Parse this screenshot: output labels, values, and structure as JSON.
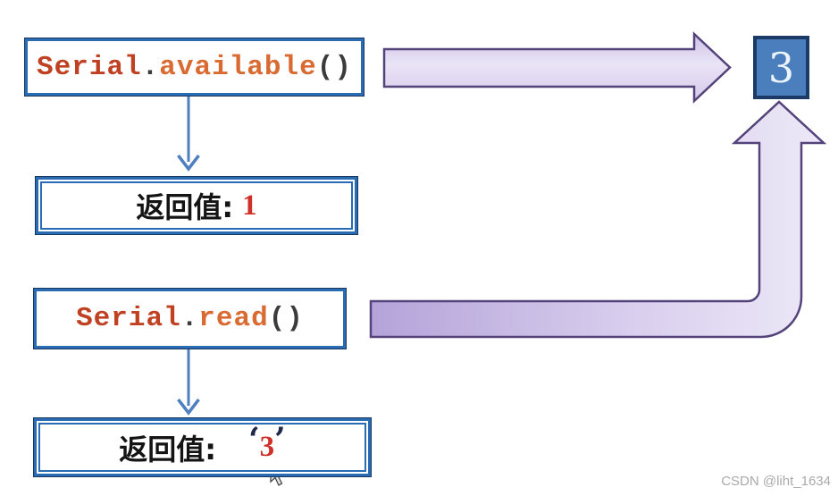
{
  "page": {
    "background": "#ffffff",
    "watermark": "CSDN @liht_1634"
  },
  "colors": {
    "box_border": "#2a6cb4",
    "box_border_dark": "#17375e",
    "code_object": "#bf4122",
    "code_method": "#d96a31",
    "code_punct": "#3b3b3b",
    "label_text": "#141414",
    "value_red": "#cf312a",
    "connector_blue": "#4e80c0",
    "arrow_border": "#54427a",
    "arrow_fill_dark": "#b4a3d9",
    "arrow_fill_light": "#ece7f7",
    "result_fill": "#4a7ebd",
    "result_border": "#1b3a66",
    "result_text": "#eef4fb",
    "cursor_fill": "#e3e3e3",
    "cursor_outline": "#4a4a4a"
  },
  "boxes": {
    "available": {
      "object": "Serial",
      "dot": ".",
      "method": "available",
      "parens": "()"
    },
    "return_available": {
      "label": "返回值:",
      "value": "1"
    },
    "read": {
      "object": "Serial",
      "dot": ".",
      "method": "read",
      "parens": "()"
    },
    "return_read": {
      "label": "返回值:",
      "open_quote": "‘",
      "value": "3",
      "close_quote": "’"
    },
    "result": {
      "value": "3"
    }
  }
}
